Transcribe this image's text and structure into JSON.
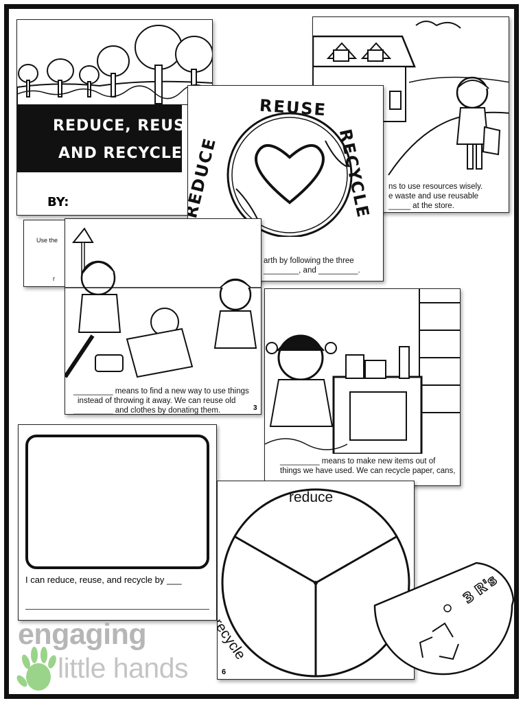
{
  "cover": {
    "title_line1": "REDUCE, REUSE",
    "title_line2": "AND RECYCLE",
    "by_label": "BY:"
  },
  "house_page": {
    "caption_line1": "ns to use resources wisely.",
    "caption_line2": "e waste and use reusable",
    "caption_line3": "_____ at the store."
  },
  "emblem_page": {
    "word_top": "REUSE",
    "word_left": "REDUCE",
    "word_right": "RECYCLE",
    "caption_line1": "arth by following the three",
    "caption_line2": "________, and _________."
  },
  "hidden_page": {
    "text_a": "Use the",
    "text_b": "r"
  },
  "reuse_page": {
    "caption_line1": "_________ means to find a new way to use things",
    "caption_line2": "instead of throwing it away. We can reuse old",
    "caption_line3": "_________ and clothes by donating them.",
    "page_number": "3"
  },
  "recycle_page": {
    "caption_line1": "_________ means to make new items out of",
    "caption_line2": "things we have used. We can recycle paper, cans,"
  },
  "draw_page": {
    "prompt": "I can reduce, reuse, and recycle by ___"
  },
  "wheel_page": {
    "label_reduce": "reduce",
    "label_recycle": "recycle",
    "page_number": "6"
  },
  "cover_wheel": {
    "label": "3 R's"
  },
  "brand": {
    "line1": "engaging",
    "line2": "little hands",
    "color": "#b6b6b6",
    "hand_color": "#9ad48a"
  }
}
